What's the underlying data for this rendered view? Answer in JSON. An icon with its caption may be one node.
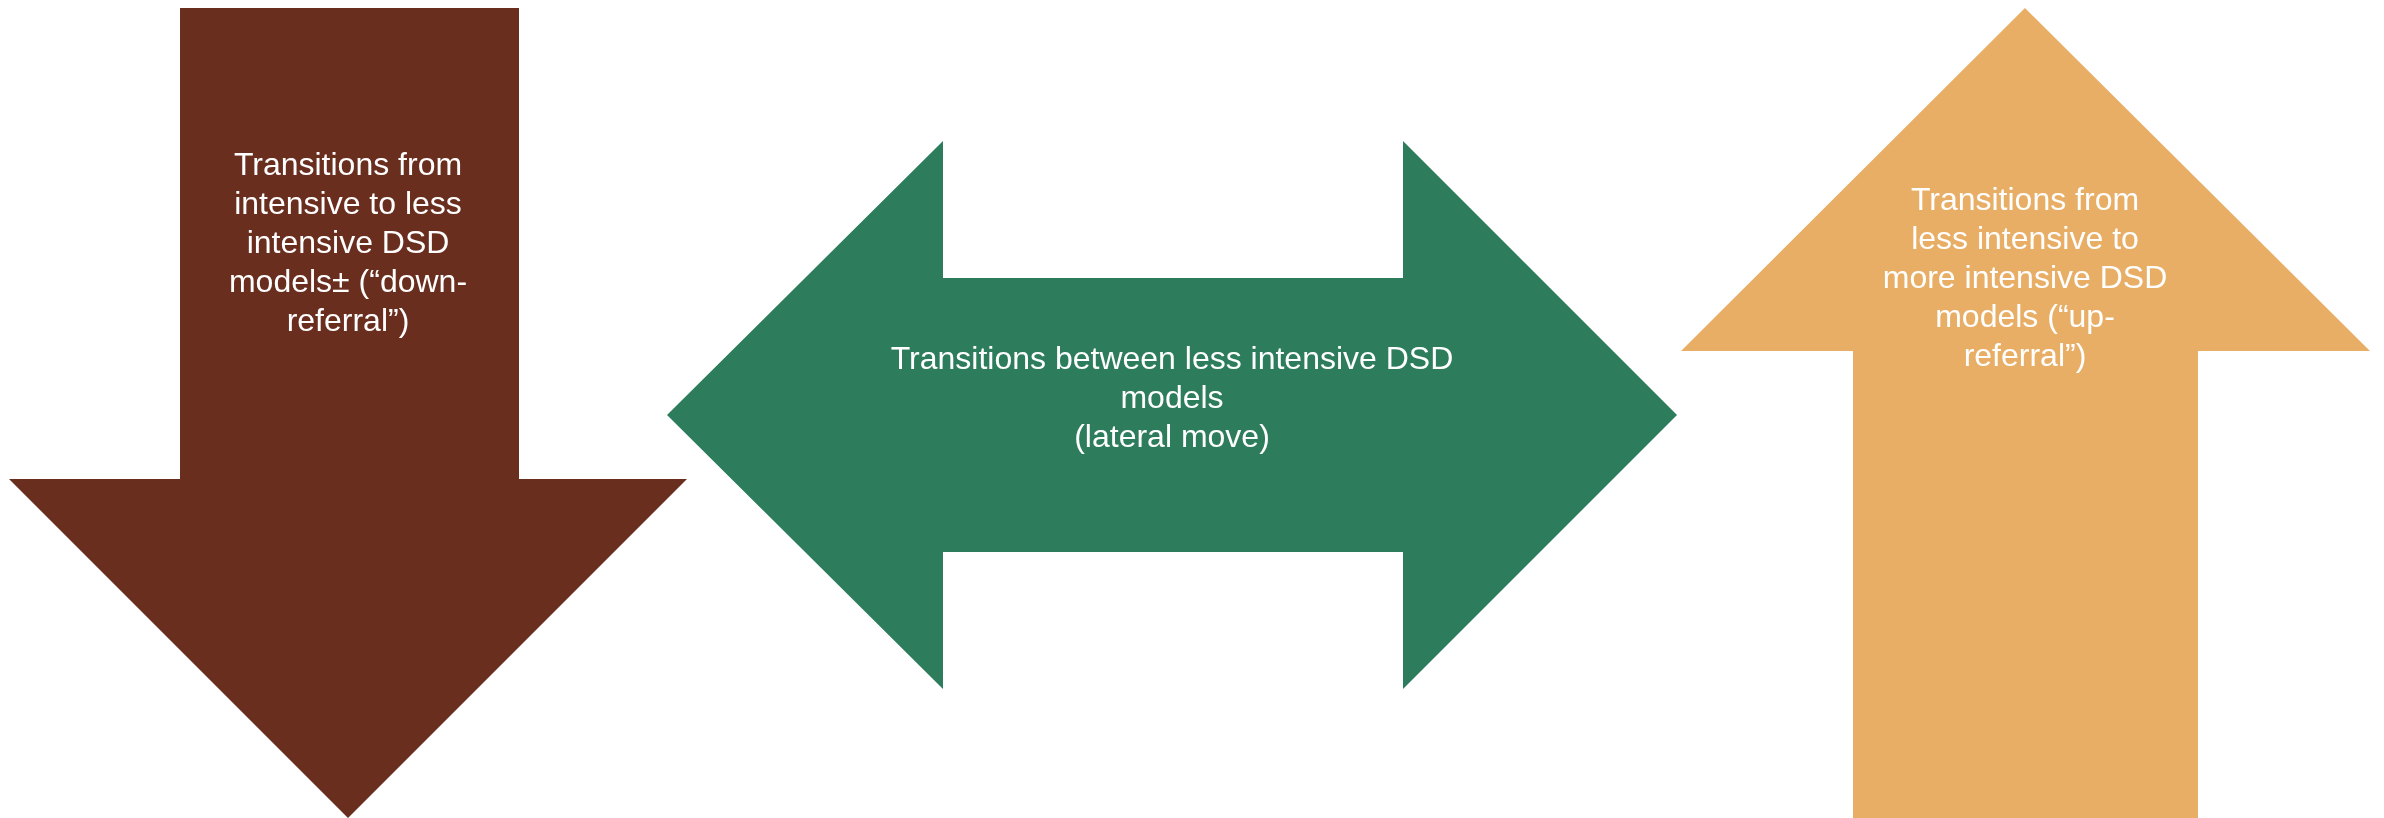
{
  "diagram": {
    "nodes": [
      {
        "text": [
          "Transitions from intensive to less intensive DSD models± (“down-referral”)"
        ]
      },
      {
        "text": [
          "Transitions between less intensive DSD models",
          "(lateral move)"
        ]
      },
      {
        "text": [
          "Transitions from less intensive to more intensive DSD models (“up-referral”)"
        ]
      }
    ]
  }
}
